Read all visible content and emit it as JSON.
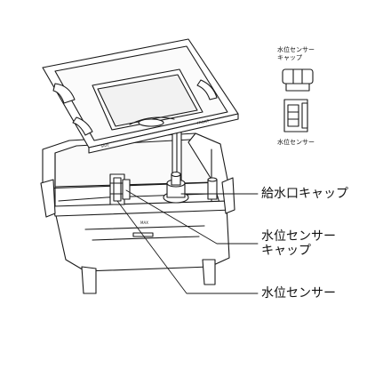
{
  "labels": {
    "inlet_cap": "給水口キャップ",
    "sensor_cap_line1": "水位センサー",
    "sensor_cap_line2": "キャップ",
    "sensor": "水位センサー"
  },
  "inset": {
    "cap_line1": "水位センサー",
    "cap_line2": "キャップ",
    "sensor": "水位センサー"
  },
  "embossed": {
    "lid_left": "SIDE",
    "lid_right": "FRONT",
    "tank_front": "MAX"
  },
  "colors": {
    "stroke": "#1a1a1a",
    "fill": "#ffffff",
    "text": "#111111"
  }
}
